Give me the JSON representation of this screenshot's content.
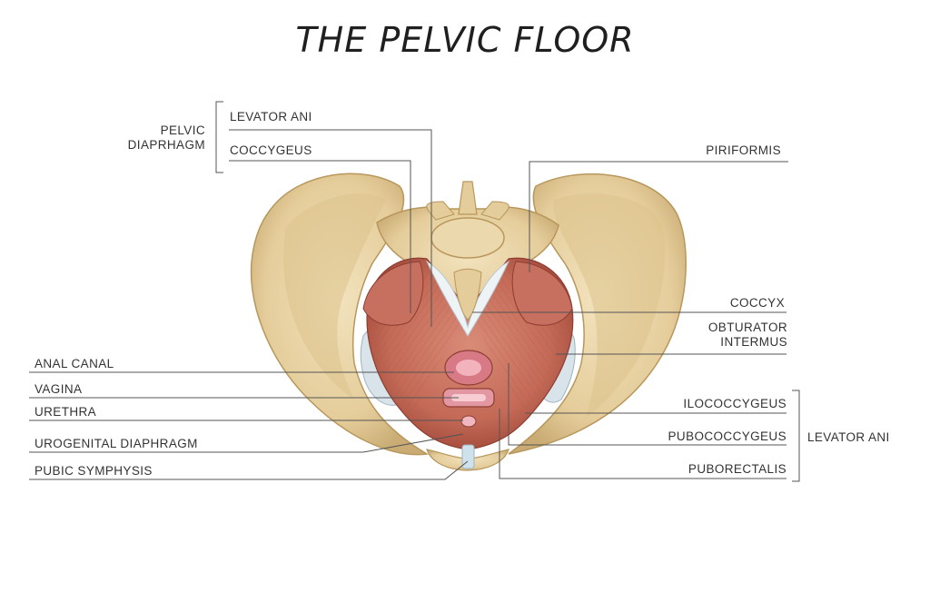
{
  "title": "THE PELVIC FLOOR",
  "groups": {
    "pelvic_diaphragm": [
      "PELVIC",
      "DIAPRHAGM"
    ],
    "levator_ani_group": "LEVATOR ANI"
  },
  "labels": {
    "levator_ani": "LEVATOR ANI",
    "coccygeus": "COCCYGEUS",
    "piriformis": "PIRIFORMIS",
    "coccyx": "COCCYX",
    "obturator": [
      "OBTURATOR",
      "INTERMUS"
    ],
    "anal_canal": "ANAL CANAL",
    "vagina": "VAGINA",
    "urethra": "URETHRA",
    "urogenital": "UROGENITAL DIAPHRAGM",
    "pubic_symphysis": "PUBIC SYMPHYSIS",
    "ilococcygeus": "ILOCOCCYGEUS",
    "pubococcygeus": "PUBOCOCCYGEUS",
    "puborectalis": "PUBORECTALIS"
  },
  "colors": {
    "bone": "#e8d3a6",
    "bone_shadow": "#c9ab73",
    "muscle": "#c7705f",
    "muscle_dark": "#a24a3d",
    "tendon": "#dfe8ee",
    "leader_line": "#555555"
  }
}
